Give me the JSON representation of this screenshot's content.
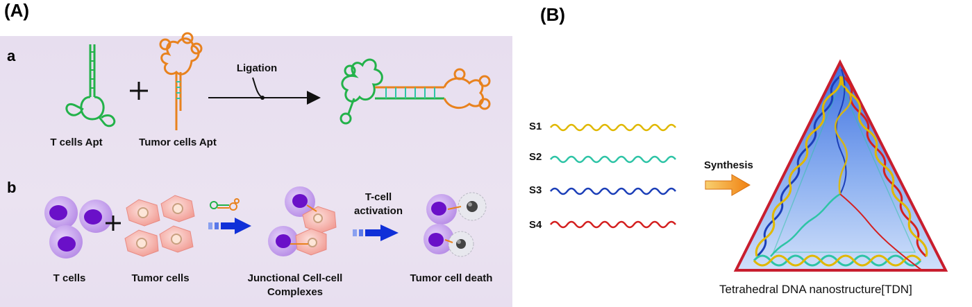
{
  "panelA": {
    "label": "(A)",
    "row_a": {
      "label": "a",
      "t_cell_apt": "T cells Apt",
      "tumor_cell_apt": "Tumor cells Apt",
      "plus": "+",
      "ligation": "Ligation"
    },
    "row_b": {
      "label": "b",
      "t_cells": "T cells",
      "plus": "+",
      "tumor_cells": "Tumor cells",
      "complexes_line1": "Junctional Cell-cell",
      "complexes_line2": "Complexes",
      "activation_line1": "T-cell",
      "activation_line2": "activation",
      "death": "Tumor cell death"
    }
  },
  "panelB": {
    "label": "(B)",
    "strands": [
      {
        "label": "S1",
        "color": "#e0b800"
      },
      {
        "label": "S2",
        "color": "#2ec4a6"
      },
      {
        "label": "S3",
        "color": "#1c3fb8"
      },
      {
        "label": "S4",
        "color": "#d42020"
      }
    ],
    "synthesis": "Synthesis",
    "caption": "Tetrahedral DNA nanostructure[TDN]"
  },
  "colors": {
    "t_aptamer": "#23b24a",
    "tumor_aptamer": "#e8821e",
    "t_cell_fill": "#c9a6ee",
    "t_cell_nucleus": "#6a10c8",
    "tumor_cell_fill": "#f6b3ad",
    "arrow_blue": "#1030d8",
    "triangle_border": "#c81e2e"
  }
}
